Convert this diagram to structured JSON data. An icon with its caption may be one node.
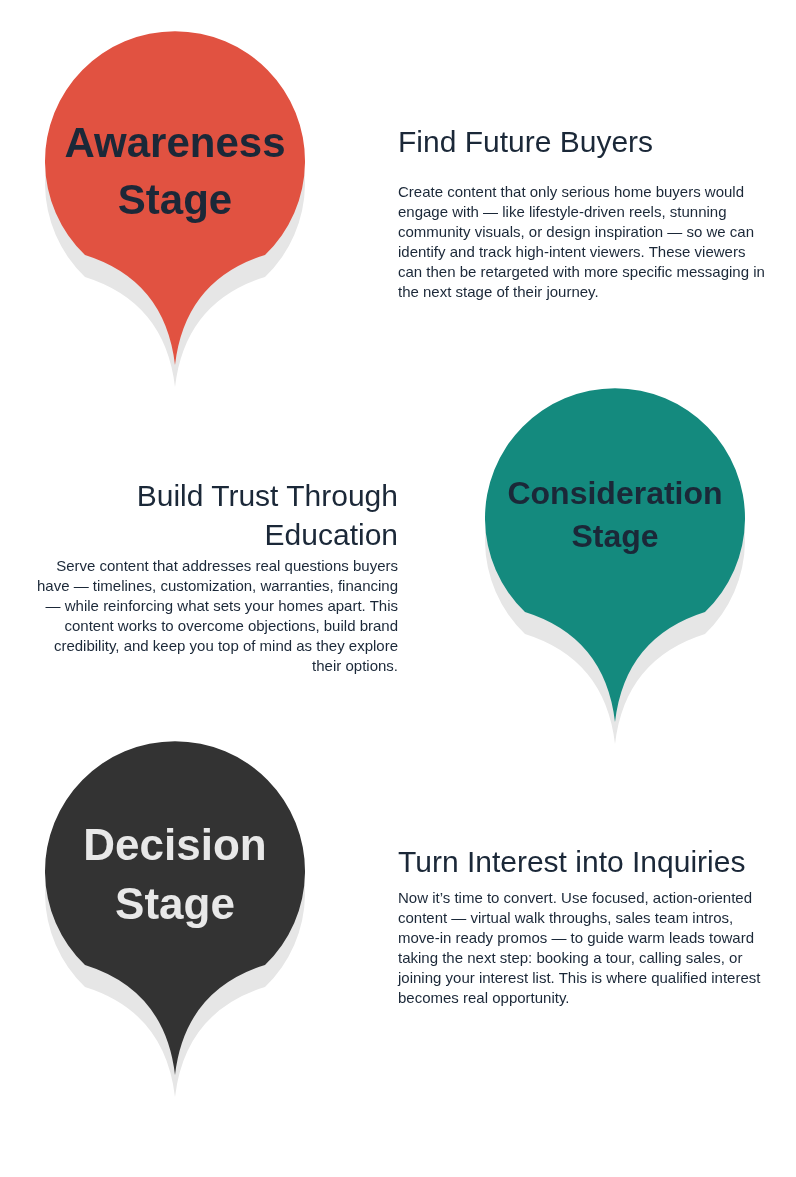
{
  "diagram": {
    "nodes": [
      {
        "text": [
          "Awareness Stage"
        ],
        "beside": [
          "Find Future Buyers",
          "Create content that only serious home buyers would engage with — like lifestyle-driven reels, stunning community visuals, or design inspiration — so we can identify and track high-intent viewers. These viewers can then be retargeted with more specific messaging in the next stage of their journey."
        ]
      },
      {
        "text": [
          "Consideration Stage"
        ],
        "beside": [
          "Build Trust Through Education",
          "Serve content that addresses real questions buyers have — timelines, customization, warranties, financing — while reinforcing what sets your homes apart. This content works to overcome objections, build brand credibility, and keep you top of mind as they explore their options."
        ]
      },
      {
        "text": [
          "Decision Stage"
        ],
        "beside": [
          "Turn Interest into Inquiries",
          "Now it’s time to convert. Use focused, action-oriented content — virtual walk throughs, sales team intros, move-in ready promos — to guide warm leads toward taking the next step: booking a tour, calling sales, or joining your interest list. This is where qualified interest becomes real opportunity."
        ]
      }
    ]
  }
}
